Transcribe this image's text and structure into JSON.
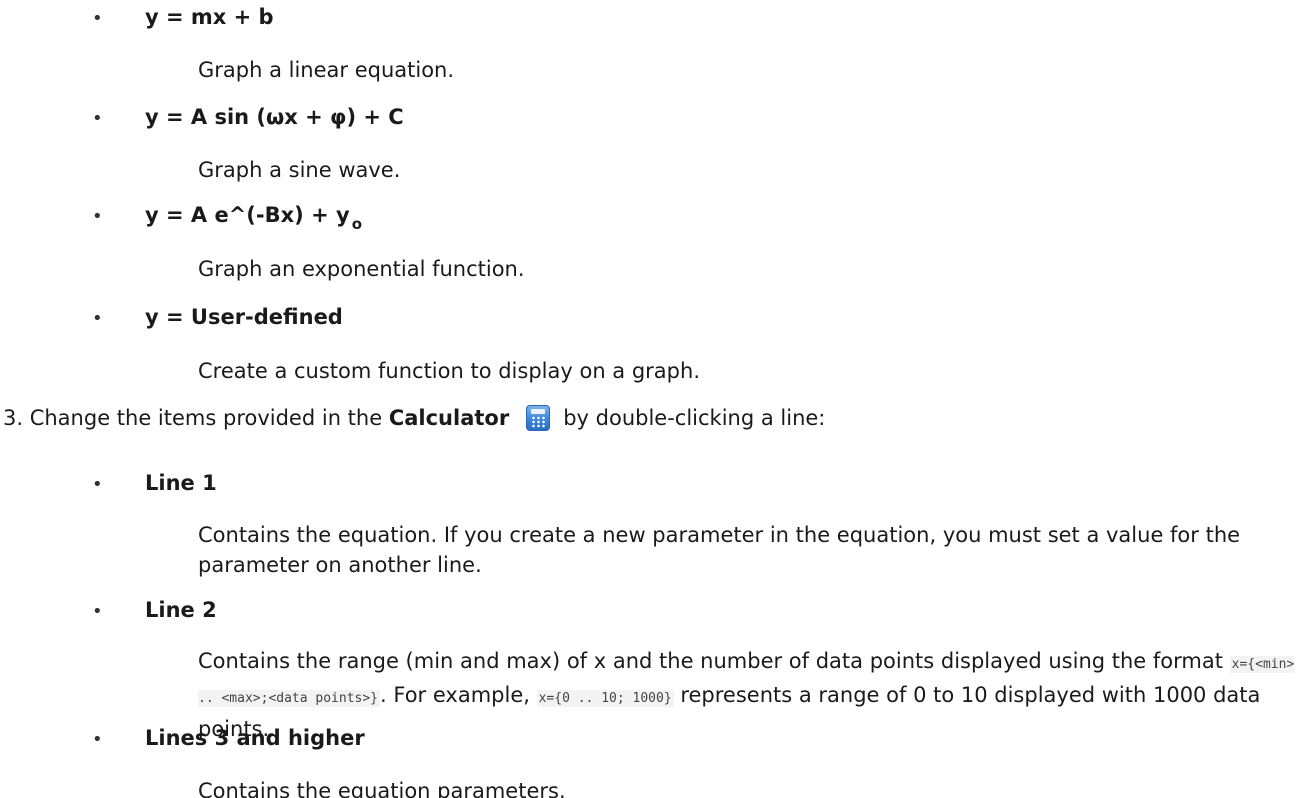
{
  "functions": [
    {
      "term": "y = mx + b",
      "desc": "Graph a linear equation."
    },
    {
      "term": "y = A sin (ωx + φ) + C",
      "desc": "Graph a sine wave."
    },
    {
      "term_main": "y = A e^(-Bx) + y",
      "term_sub": "o",
      "desc": "Graph an exponential function."
    },
    {
      "term": "y = User-defined",
      "desc": "Create a custom function to display on a graph."
    }
  ],
  "step3": {
    "prefix": "3. Change the items provided in the ",
    "bold": "Calculator",
    "icon": "calculator-icon",
    "suffix": "by double-clicking a line:"
  },
  "lines": [
    {
      "term": "Line 1",
      "desc": "Contains the equation. If you create a new parameter in the equation, you must set a value for the parameter on another line."
    },
    {
      "term": "Line 2",
      "desc_part1": "Contains the range (min and max) of x and the number of data points displayed using the format ",
      "code1": "x={<min> .. <max>;<data points>}",
      "desc_part2": ". For example, ",
      "code2": "x={0 .. 10; 1000}",
      "desc_part3": " represents a range of 0 to 10 displayed with 1000 data points."
    },
    {
      "term": "Lines 3 and higher",
      "desc": "Contains the equation parameters."
    }
  ],
  "bullet_char": "•"
}
